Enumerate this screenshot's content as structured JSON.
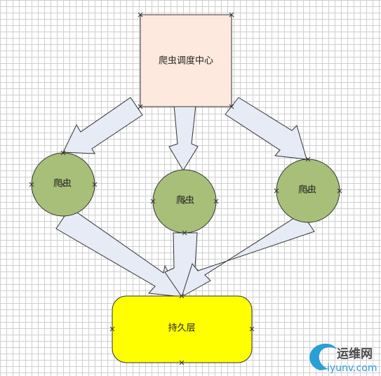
{
  "colors": {
    "scheduler_fill": "#fde9dd",
    "crawler_fill": "#a8bf79",
    "persistence_fill": "#ffff00",
    "arrow_fill": "#e6ebf5",
    "stroke": "#333333"
  },
  "nodes": {
    "scheduler": {
      "label": "爬虫调度中心"
    },
    "crawler_left": {
      "label": "爬虫"
    },
    "crawler_middle": {
      "label": "爬虫"
    },
    "crawler_right": {
      "label": "爬虫"
    },
    "persistence": {
      "label": "持久层"
    }
  },
  "watermark": {
    "brand": "运维网",
    "domain": "iyunv.com"
  }
}
